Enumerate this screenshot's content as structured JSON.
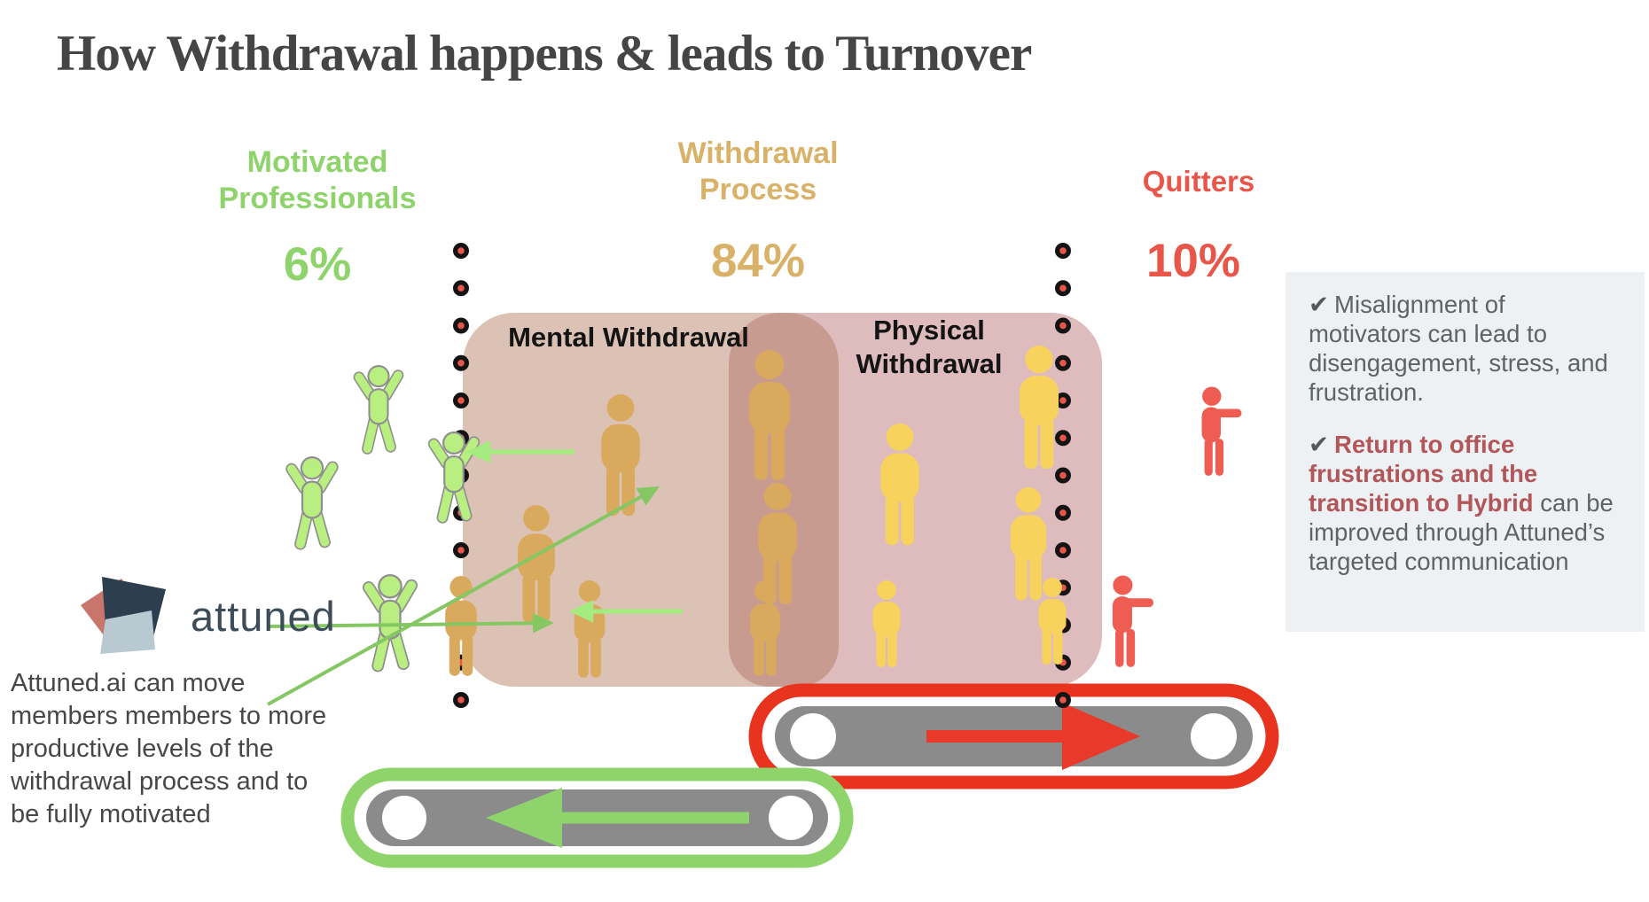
{
  "title": "How Withdrawal happens & leads to Turnover",
  "columns": {
    "motivated": {
      "label": "Motivated Professionals",
      "percent": "6%",
      "color": "#8fd36c"
    },
    "withdrawal": {
      "label": "Withdrawal Process",
      "percent": "84%",
      "color": "#d9b26a"
    },
    "quitters": {
      "label": "Quitters",
      "percent": "10%",
      "color": "#e85649"
    }
  },
  "zones": {
    "mental": "Mental Withdrawal",
    "physical": "Physical Withdrawal"
  },
  "sidebar": {
    "point1_check": "✔",
    "point1": "Misalignment of motivators can lead to disengagement, stress, and frustration.",
    "point2_check": "✔",
    "point2_bold": "Return to office frustrations and the transition to Hybrid",
    "point2_rest": " can be improved through Attuned’s targeted communication"
  },
  "logo": {
    "text": "attuned"
  },
  "caption": "Attuned.ai can move members members to more productive levels of the withdrawal process and to be fully motivated",
  "figures": {
    "motivated_count": 4,
    "withdrawal_count": 12,
    "quitter_count": 2
  },
  "belts": {
    "to_quitters_direction": "right",
    "to_motivated_direction": "left"
  },
  "colors": {
    "zone_mental": "#dcc2b4",
    "zone_overlap": "#c89b90",
    "zone_physical": "#debbbc",
    "figure_gold": "#d9aa5e",
    "figure_yellow": "#f7d35e",
    "figure_green": "#b9ee80",
    "figure_red": "#ef5d52",
    "belt_red": "#e8331f",
    "belt_green": "#8ed46b",
    "sidebar_bg": "#edf1f4",
    "sidebar_accent": "#b25659"
  }
}
